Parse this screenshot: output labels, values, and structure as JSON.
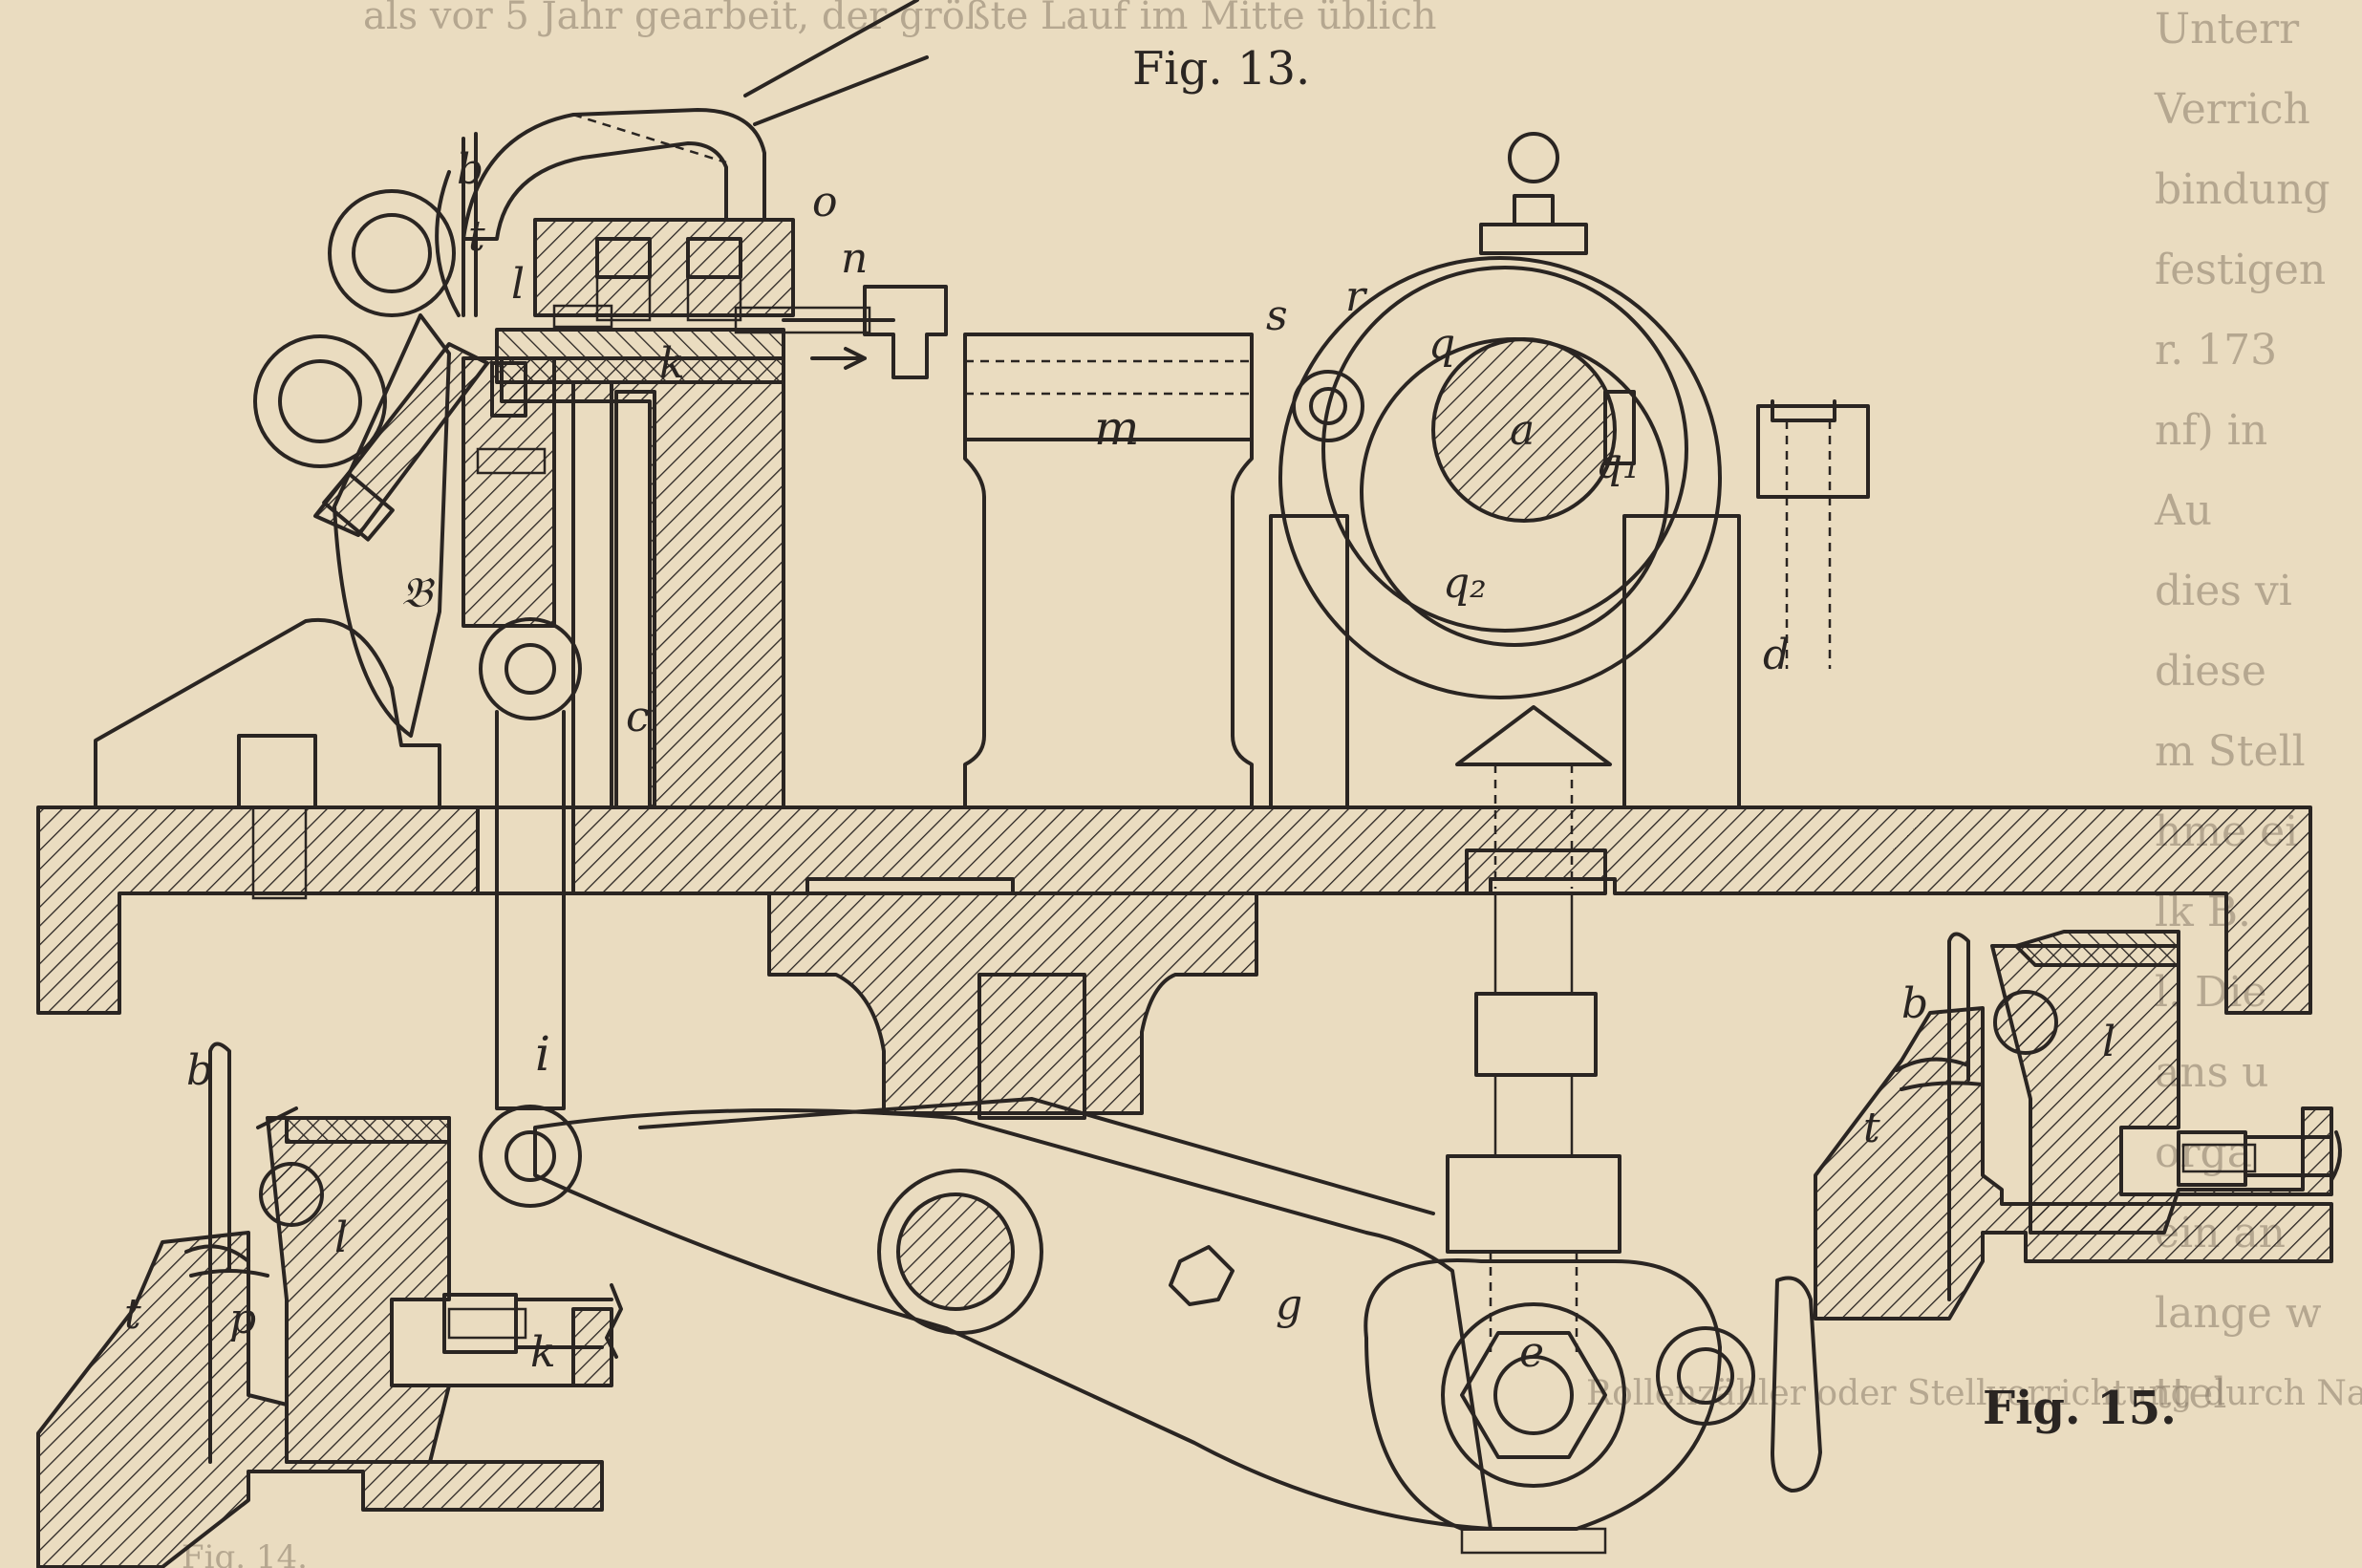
{
  "figures": {
    "fig13": "Fig. 13.",
    "fig14": "Fig. 14.",
    "fig15": "Fig. 15."
  },
  "labels_fig13": {
    "b": "b",
    "t": "t",
    "l": "l",
    "o": "o",
    "n": "n",
    "k": "k",
    "s": "s",
    "r": "r",
    "q": "q",
    "a": "a",
    "q1": "q₁",
    "q2": "q₂",
    "d": "d",
    "m": "m",
    "c": "c",
    "i": "i",
    "g": "g",
    "e": "e",
    "B": "𝔅"
  },
  "labels_fig14": {
    "b": "b",
    "t": "t",
    "p": "p",
    "l": "l",
    "k": "k"
  },
  "labels_fig15": {
    "b": "b",
    "l": "l",
    "t": "t"
  },
  "bleed_text": {
    "right": [
      "Unterr",
      "Verrich",
      "bindung",
      "festigen",
      "r. 173",
      "nf) in",
      "Au",
      "dies vi",
      "diese",
      "m Stell",
      "hme ei",
      "lk B.",
      "l. Die",
      "ans u",
      "orga",
      "ein an",
      "lange w",
      "ttel"
    ],
    "top": "als vor 5 Jahr gearbeit, der größte Lauf im Mitte  üblich",
    "bottom": "Rollenzähler oder Stellvorrichtung durch Nachstellen ist erhoben",
    "bottom2": "Fig. 14"
  },
  "colors": {
    "paper": "#eadcc0",
    "ink": "#2a2522"
  }
}
